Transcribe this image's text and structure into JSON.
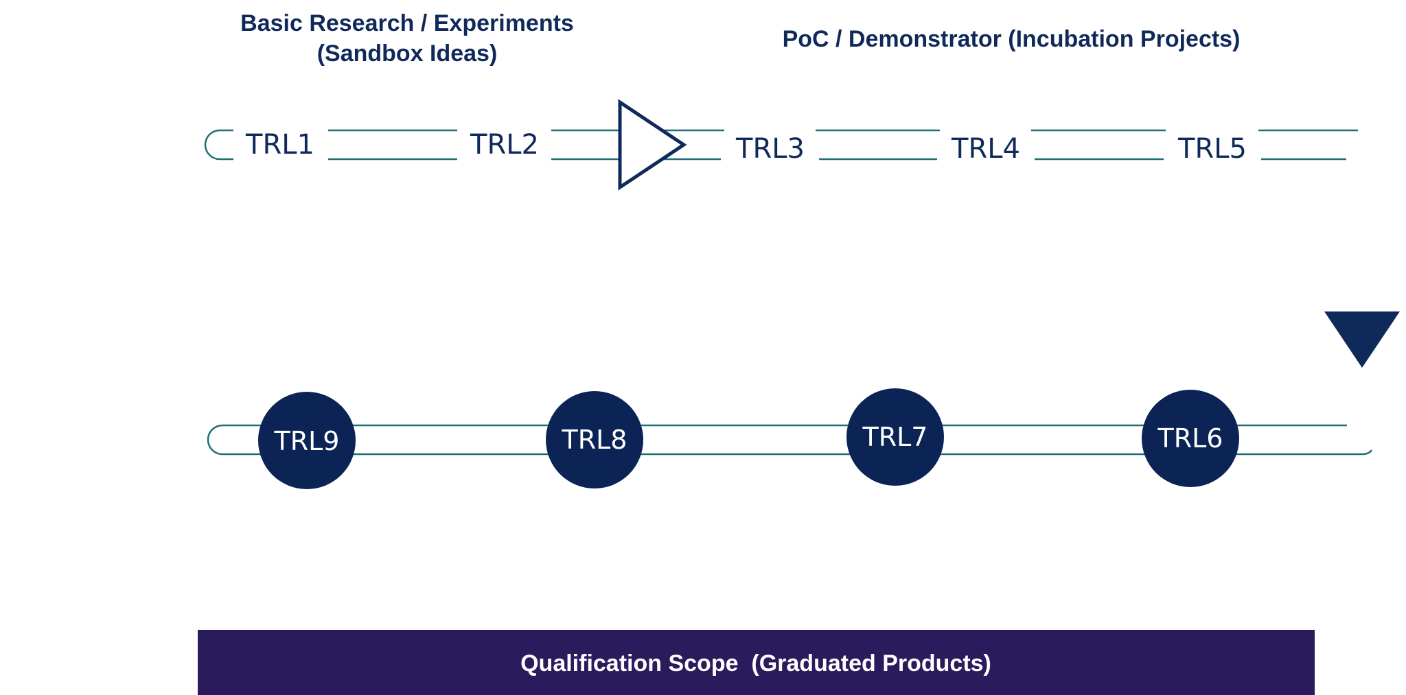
{
  "headings": {
    "left_line1": "Basic Research / Experiments",
    "left_line2": "(Sandbox Ideas)",
    "right": "PoC / Demonstrator (Incubation Projects)"
  },
  "top_stages": [
    "TRL1",
    "TRL2",
    "TRL3",
    "TRL4",
    "TRL5"
  ],
  "bottom_stages": [
    "TRL9",
    "TRL8",
    "TRL7",
    "TRL6"
  ],
  "scope_bar": {
    "label": "Qualification Scope  (Graduated Products)"
  },
  "colors": {
    "navy": "#0f2a5a",
    "circle_fill": "#0b2455",
    "track": "#1f6f73",
    "scope_bar": "#2a1b5c",
    "background": "#ffffff"
  },
  "icons": {
    "stage_gate": "outlined-right-triangle-icon",
    "transition": "filled-down-triangle-icon"
  }
}
